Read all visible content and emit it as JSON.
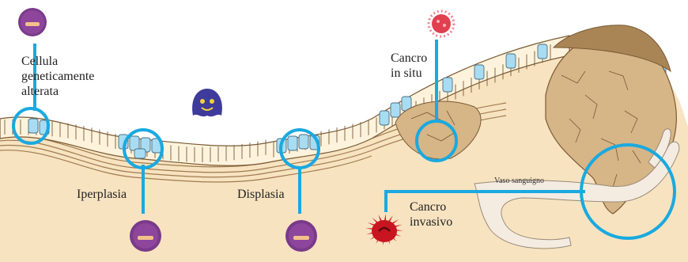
{
  "labels": {
    "altered_cell": "Cellula\ngeneticamente\nalterata",
    "hyperplasia": "Iperplasia",
    "dysplasia": "Displasia",
    "in_situ": "Cancro\nin situ",
    "invasive": "Cancro\ninvasivo",
    "vessel": "Vaso sanguigno"
  },
  "colors": {
    "tissue": "#f7e3c0",
    "epithelium": "#fdf3dd",
    "epithelium_outline": "#7a5a35",
    "altered_cell": "#a8dcf2",
    "tumor": "#d6b586",
    "tumor_dark": "#a98556",
    "callout": "#1aa9e0",
    "vessel": "#f4ece1"
  },
  "icons": [
    "purple-face-icon",
    "blue-face-icon",
    "red-virus-icon",
    "red-spiky-cell-icon"
  ]
}
